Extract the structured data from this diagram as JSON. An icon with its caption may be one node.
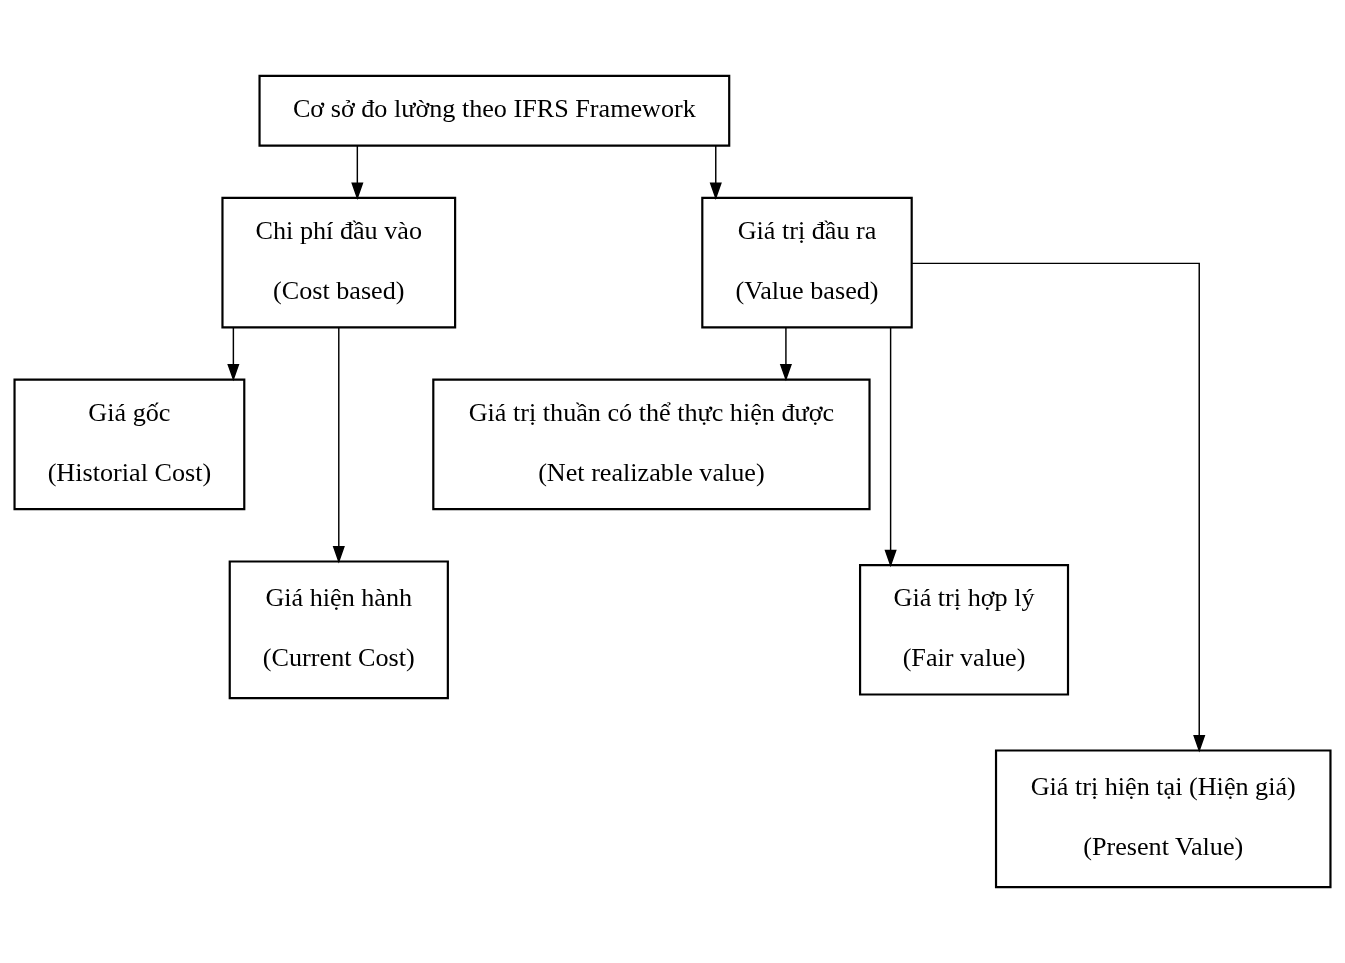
{
  "diagram": {
    "nodes": [
      {
        "text": [
          "Cơ sở đo lường theo IFRS Framework"
        ]
      },
      {
        "text": [
          "Chi phí đầu vào",
          "(Cost based)"
        ]
      },
      {
        "text": [
          "Giá trị đầu ra",
          "(Value based)"
        ]
      },
      {
        "text": [
          "Giá gốc",
          "(Historial Cost)"
        ]
      },
      {
        "text": [
          "Giá hiện hành",
          "(Current Cost)"
        ]
      },
      {
        "text": [
          "Giá trị thuần có thể thực hiện được",
          "(Net realizable value)"
        ]
      },
      {
        "text": [
          "Giá trị hợp lý",
          "(Fair value)"
        ]
      },
      {
        "text": [
          "Giá trị hiện tại (Hiện giá)",
          "(Present Value)"
        ]
      }
    ],
    "edges": [
      {
        "from": 0,
        "to": 1,
        "arrow": "to"
      },
      {
        "from": 0,
        "to": 2,
        "arrow": "to"
      },
      {
        "from": 1,
        "to": 3,
        "arrow": "to"
      },
      {
        "from": 1,
        "to": 4,
        "arrow": "to"
      },
      {
        "from": 2,
        "to": 5,
        "arrow": "to"
      },
      {
        "from": 2,
        "to": 6,
        "arrow": "to"
      },
      {
        "from": 2,
        "to": 7,
        "arrow": "to"
      }
    ]
  }
}
